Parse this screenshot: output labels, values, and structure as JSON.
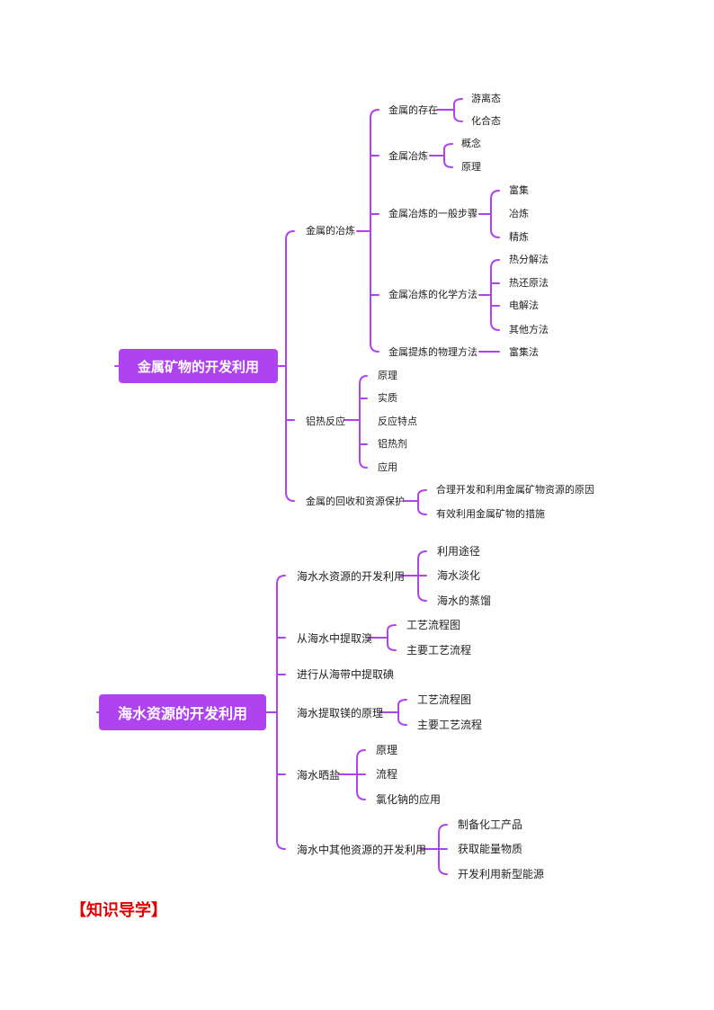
{
  "mindmap1": {
    "root": "金属矿物的开发利用",
    "b1": {
      "label": "金属的冶炼",
      "c1": {
        "label": "金属的存在",
        "items": [
          "游离态",
          "化合态"
        ]
      },
      "c2": {
        "label": "金属冶炼",
        "items": [
          "概念",
          "原理"
        ]
      },
      "c3": {
        "label": "金属冶炼的一般步骤",
        "items": [
          "富集",
          "冶炼",
          "精炼"
        ]
      },
      "c4": {
        "label": "金属冶炼的化学方法",
        "items": [
          "热分解法",
          "热还原法",
          "电解法",
          "其他方法"
        ]
      },
      "c5": {
        "label": "金属提炼的物理方法",
        "items": [
          "富集法"
        ]
      }
    },
    "b2": {
      "label": "铝热反应",
      "items": [
        "原理",
        "实质",
        "反应特点",
        "铝热剂",
        "应用"
      ]
    },
    "b3": {
      "label": "金属的回收和资源保护",
      "items": [
        "合理开发和利用金属矿物资源的原因",
        "有效利用金属矿物的措施"
      ]
    }
  },
  "mindmap2": {
    "root": "海水资源的开发利用",
    "b1": {
      "label": "海水水资源的开发利用",
      "items": [
        "利用途径",
        "海水淡化",
        "海水的蒸馏"
      ]
    },
    "b2": {
      "label": "从海水中提取溴",
      "items": [
        "工艺流程图",
        "主要工艺流程"
      ]
    },
    "b3": {
      "label": "进行从海带中提取碘"
    },
    "b4": {
      "label": "海水提取镁的原理",
      "items": [
        "工艺流程图",
        "主要工艺流程"
      ]
    },
    "b5": {
      "label": "海水晒盐",
      "items": [
        "原理",
        "流程",
        "氯化钠的应用"
      ]
    },
    "b6": {
      "label": "海水中其他资源的开发利用",
      "items": [
        "制备化工产品",
        "获取能量物质",
        "开发利用新型能源"
      ]
    }
  },
  "footer": "【知识导学】",
  "colors": {
    "accent": "#b043f0",
    "footer": "#e00000"
  }
}
